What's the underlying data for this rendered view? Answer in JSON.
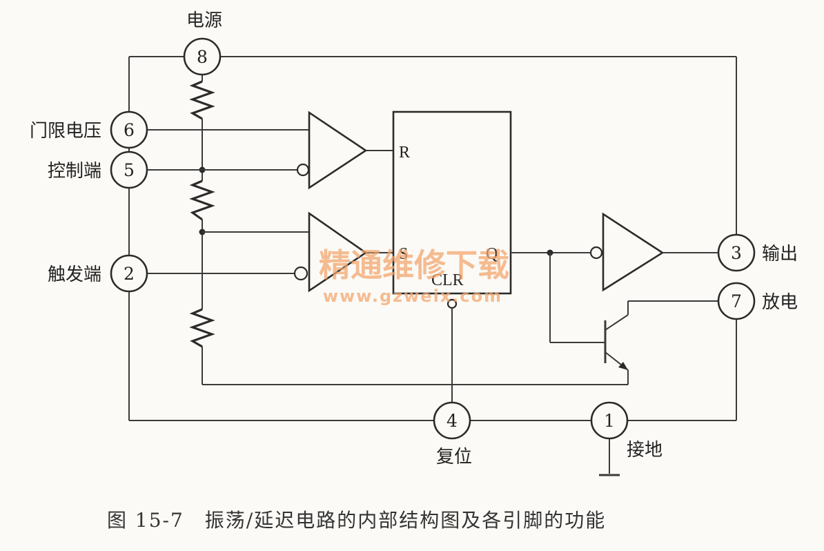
{
  "pins": {
    "p8": {
      "num": "8",
      "label": "电源"
    },
    "p6": {
      "num": "6",
      "label": "门限电压"
    },
    "p5": {
      "num": "5",
      "label": "控制端"
    },
    "p2": {
      "num": "2",
      "label": "触发端"
    },
    "p3": {
      "num": "3",
      "label": "输出"
    },
    "p7": {
      "num": "7",
      "label": "放电"
    },
    "p4": {
      "num": "4",
      "label": "复位"
    },
    "p1": {
      "num": "1",
      "label": "接地"
    }
  },
  "flipflop": {
    "r": "R",
    "s": "S",
    "q": "Q",
    "clr": "CLR"
  },
  "watermark": {
    "title": "精通维修下载",
    "url": "www.gzweix.com"
  },
  "caption": "图 15-7　振荡/延迟电路的内部结构图及各引脚的功能"
}
